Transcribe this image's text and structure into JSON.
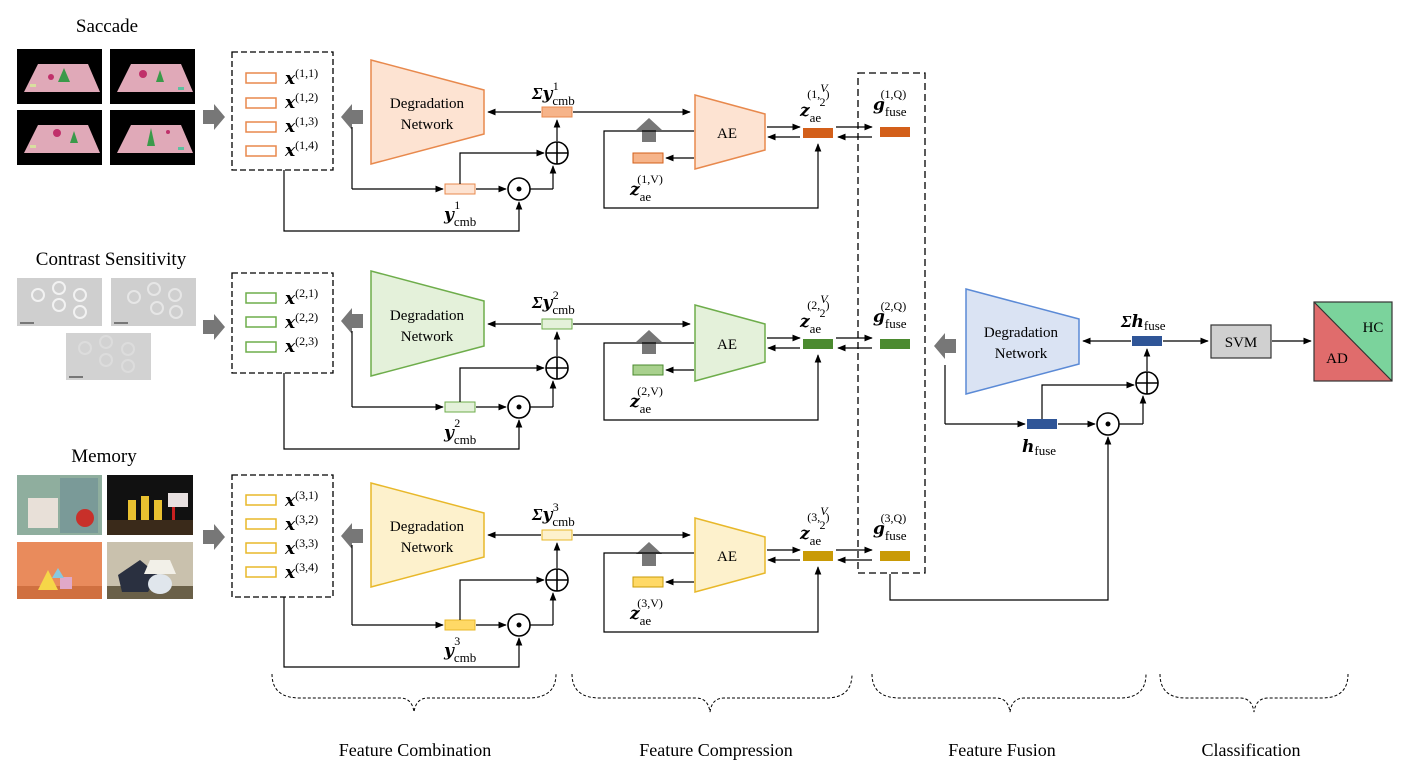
{
  "rows": [
    {
      "title": "Saccade",
      "inputs": [
        "(1,1)",
        "(1,2)",
        "(1,3)",
        "(1,4)"
      ],
      "degradation_label": [
        "Degradation",
        "Network"
      ],
      "sum_sup": "1",
      "ycmb_sup": "1",
      "z_half_sup": "(1,",
      "z_full_sup": "(1,V)",
      "g_sup": "(1,Q)",
      "colors": {
        "light": "#fde3d2",
        "stroke": "#e8894d",
        "dark": "#d35f1a",
        "chip": "#f6b48a"
      }
    },
    {
      "title": "Contrast Sensitivity",
      "inputs": [
        "(2,1)",
        "(2,2)",
        "(2,3)"
      ],
      "degradation_label": [
        "Degradation",
        "Network"
      ],
      "sum_sup": "2",
      "ycmb_sup": "2",
      "z_half_sup": "(2,",
      "z_full_sup": "(2,V)",
      "g_sup": "(2,Q)",
      "colors": {
        "light": "#e4f1da",
        "stroke": "#6ead4b",
        "dark": "#4b8a2f",
        "chip": "#a9d18e"
      }
    },
    {
      "title": "Memory",
      "inputs": [
        "(3,1)",
        "(3,2)",
        "(3,3)",
        "(3,4)"
      ],
      "degradation_label": [
        "Degradation",
        "Network"
      ],
      "sum_sup": "3",
      "ycmb_sup": "3",
      "z_half_sup": "(3,",
      "z_full_sup": "(3,V)",
      "g_sup": "(3,Q)",
      "colors": {
        "light": "#fdf1cc",
        "stroke": "#e8b82a",
        "dark": "#c99a06",
        "chip": "#ffd966"
      }
    }
  ],
  "ae_label": "AE",
  "fusion": {
    "degradation_label": [
      "Degradation",
      "Network"
    ],
    "sum_label": "fuse",
    "h_label": "fuse",
    "colors": {
      "light": "#dae3f3",
      "stroke": "#5b8ad6",
      "dark": "#2f5597"
    }
  },
  "svm_label": "SVM",
  "classes": {
    "hc": "HC",
    "ad": "AD",
    "hc_color": "#7bd39c",
    "ad_color": "#e06c6c"
  },
  "sections": [
    "Feature Combination",
    "Feature Compression",
    "Feature Fusion",
    "Classification"
  ],
  "math": {
    "x": "x",
    "y": "y",
    "z": "z",
    "g": "g",
    "h": "h",
    "sigma": "Σ",
    "cmb": "cmb",
    "ae": "ae",
    "fuse": "fuse",
    "V": "V",
    "two": "2"
  }
}
